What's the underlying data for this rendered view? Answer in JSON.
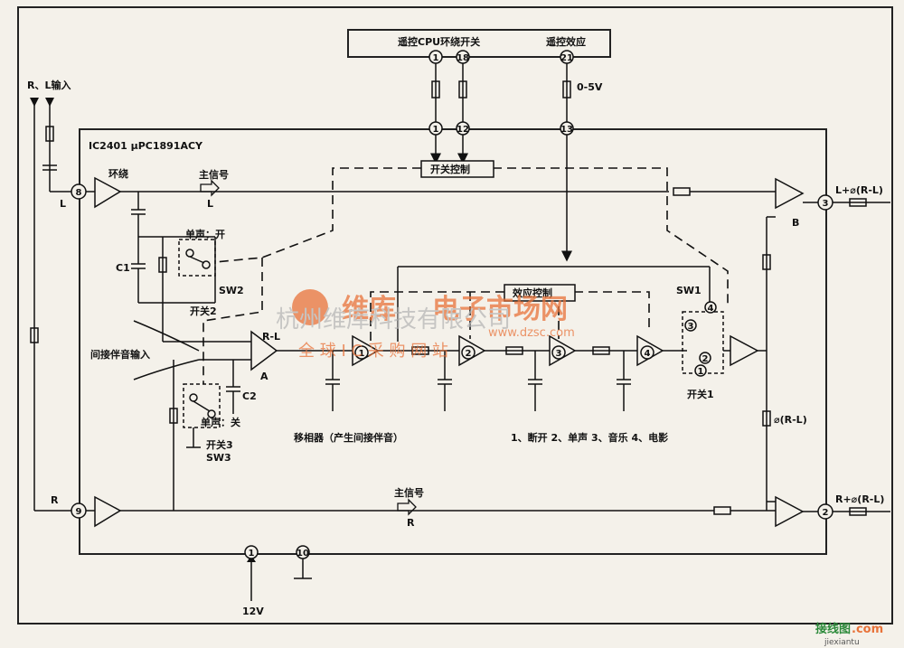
{
  "top_box": {
    "cpu_label": "遥控CPU环绕开关",
    "effect_label": "遥控效应",
    "pin_1": "1",
    "pin_18": "18",
    "pin_21": "21",
    "voltage": "0-5V"
  },
  "inputs": {
    "rl_input": "R、L输入",
    "indirect_input": "间接伴音输入",
    "l_tag": "L",
    "r_tag": "R"
  },
  "ic": {
    "name": "IC2401 μPC1891ACY",
    "pin_8": "8",
    "pin_9": "9",
    "pin_1_top": "1",
    "pin_12": "12",
    "pin_13": "13",
    "pin_3": "3",
    "pin_2": "2",
    "pin_1_bottom": "1",
    "pin_10": "10"
  },
  "blocks": {
    "surround": "环绕",
    "main_signal_l": "主信号",
    "l_arrow": "L",
    "main_signal_r": "主信号",
    "r_arrow": "R",
    "switch_control": "开关控制",
    "effect_control": "效应控制",
    "mono_on": "单声：开",
    "mono_off": "单声：关",
    "sw1": "SW1",
    "sw2": "SW2",
    "sw3": "SW3",
    "switch1": "开关1",
    "switch2": "开关2",
    "switch3": "开关3",
    "c1": "C1",
    "c2": "C2",
    "amp_a": "A",
    "amp_b": "B",
    "r_minus_l": "R-L",
    "phase_shifter": "移相器（产生间接伴音）",
    "modes": "1、断开 2、单声 3、音乐 4、电影",
    "phase_rl": "⌀(R-L)",
    "out_l": "L+⌀(R-L)",
    "out_r": "R+⌀(R-L)",
    "supply": "12V",
    "stage_1": "1",
    "stage_2": "2",
    "stage_3": "3",
    "stage_4": "4",
    "sw_1": "1",
    "sw_2": "2",
    "sw_3": "3",
    "sw_4": "4"
  },
  "watermark": {
    "brand": "维库",
    "site_name": "电子市场网",
    "company": "杭州维库科技有限公司",
    "slogan": "全 球 I C 采 购 网 站",
    "url": "www.dzsc.com",
    "corner_logo": "接线图",
    "corner_dot": ".com",
    "corner_url": "jiexiantu"
  }
}
